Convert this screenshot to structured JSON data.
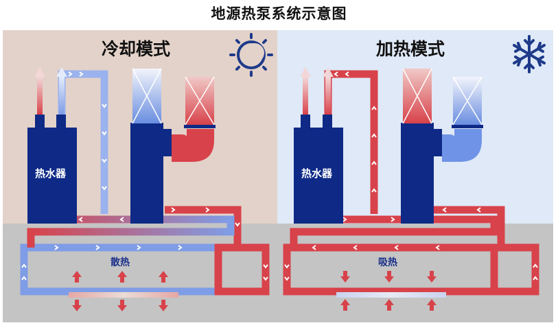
{
  "title": "地源热泵系统示意图",
  "cooling": {
    "title": "冷却模式",
    "unit_label": "热水器",
    "ground_label": "散热",
    "icon": "sun-icon"
  },
  "heating": {
    "title": "加热模式",
    "unit_label": "热水器",
    "ground_label": "吸热",
    "icon": "snowflake-icon"
  },
  "colors": {
    "cooling_bg": "#e3d2c9",
    "heating_bg": "#dfe9f7",
    "ground": "#c4c4c4",
    "unit": "#0e2a86",
    "hot": "#d8424a",
    "cold": "#7f9de6",
    "icon": "#1e3a8a"
  }
}
